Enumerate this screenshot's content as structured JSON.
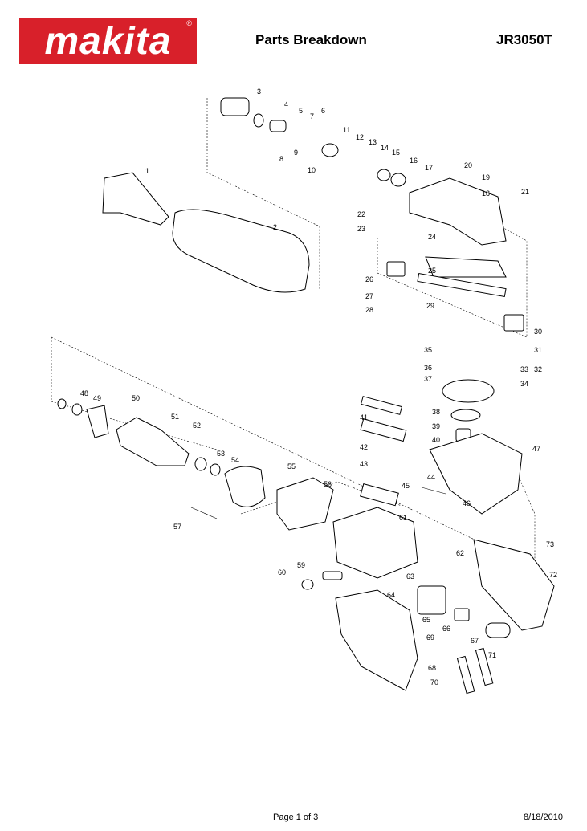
{
  "header": {
    "brand": "makita",
    "registered_mark": "®",
    "title": "Parts Breakdown",
    "model": "JR3050T"
  },
  "footer": {
    "page": "Page 1 of 3",
    "date": "8/18/2010"
  },
  "callouts": [
    "1",
    "2",
    "3",
    "4",
    "5",
    "6",
    "7",
    "8",
    "9",
    "10",
    "11",
    "12",
    "13",
    "14",
    "15",
    "16",
    "17",
    "18",
    "19",
    "20",
    "21",
    "22",
    "23",
    "24",
    "25",
    "26",
    "27",
    "28",
    "29",
    "30",
    "31",
    "32",
    "33",
    "34",
    "35",
    "36",
    "37",
    "38",
    "39",
    "40",
    "41",
    "42",
    "43",
    "44",
    "45",
    "46",
    "47",
    "48",
    "49",
    "50",
    "51",
    "52",
    "53",
    "54",
    "55",
    "56",
    "57",
    "59",
    "60",
    "61",
    "62",
    "63",
    "64",
    "65",
    "66",
    "67",
    "68",
    "69",
    "70",
    "71",
    "72",
    "73"
  ]
}
